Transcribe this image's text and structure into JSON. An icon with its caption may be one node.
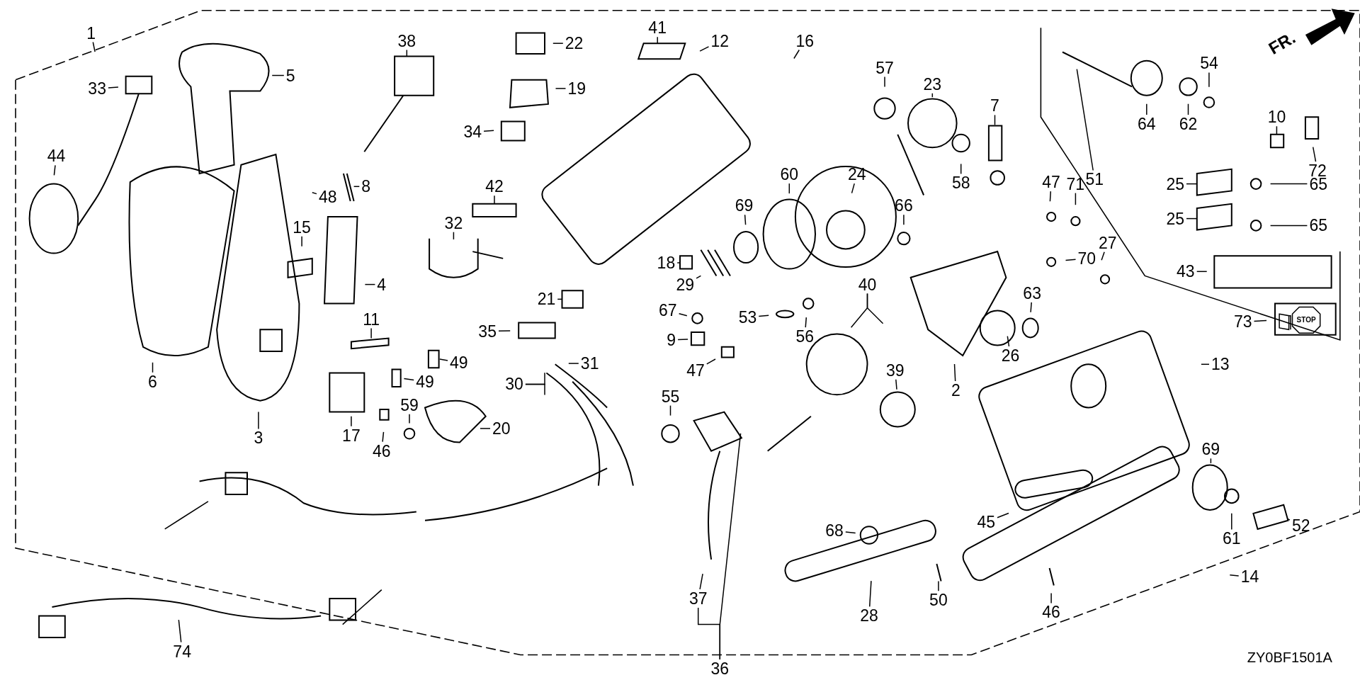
{
  "diagram": {
    "nodes": [
      {
        "text": [
          "1"
        ]
      },
      {
        "text": [
          "33"
        ]
      },
      {
        "text": [
          "5"
        ]
      },
      {
        "text": [
          "44"
        ]
      },
      {
        "text": [
          "6"
        ]
      },
      {
        "text": [
          "3"
        ]
      },
      {
        "text": [
          "38"
        ]
      },
      {
        "text": [
          "22"
        ]
      },
      {
        "text": [
          "41"
        ]
      },
      {
        "text": [
          "12"
        ]
      },
      {
        "text": [
          "16"
        ]
      },
      {
        "text": [
          "19"
        ]
      },
      {
        "text": [
          "34"
        ]
      },
      {
        "text": [
          "48"
        ]
      },
      {
        "text": [
          "8"
        ]
      },
      {
        "text": [
          "15"
        ]
      },
      {
        "text": [
          "42"
        ]
      },
      {
        "text": [
          "32"
        ]
      },
      {
        "text": [
          "4"
        ]
      },
      {
        "text": [
          "11"
        ]
      },
      {
        "text": [
          "49"
        ]
      },
      {
        "text": [
          "49"
        ]
      },
      {
        "text": [
          "17"
        ]
      },
      {
        "text": [
          "46"
        ]
      },
      {
        "text": [
          "59"
        ]
      },
      {
        "text": [
          "20"
        ]
      },
      {
        "text": [
          "31"
        ]
      },
      {
        "text": [
          "30"
        ]
      },
      {
        "text": [
          "35"
        ]
      },
      {
        "text": [
          "21"
        ]
      },
      {
        "text": [
          "18"
        ]
      },
      {
        "text": [
          "29"
        ]
      },
      {
        "text": [
          "9"
        ]
      },
      {
        "text": [
          "67"
        ]
      },
      {
        "text": [
          "47"
        ]
      },
      {
        "text": [
          "55"
        ]
      },
      {
        "text": [
          "36"
        ]
      },
      {
        "text": [
          "37"
        ]
      },
      {
        "text": [
          "57"
        ]
      },
      {
        "text": [
          "23"
        ]
      },
      {
        "text": [
          "7"
        ]
      },
      {
        "text": [
          "24"
        ]
      },
      {
        "text": [
          "60"
        ]
      },
      {
        "text": [
          "69"
        ]
      },
      {
        "text": [
          "58"
        ]
      },
      {
        "text": [
          "66"
        ]
      },
      {
        "text": [
          "53"
        ]
      },
      {
        "text": [
          "56"
        ]
      },
      {
        "text": [
          "40"
        ]
      },
      {
        "text": [
          "39"
        ]
      },
      {
        "text": [
          "2"
        ]
      },
      {
        "text": [
          "26"
        ]
      },
      {
        "text": [
          "63"
        ]
      },
      {
        "text": [
          "47"
        ]
      },
      {
        "text": [
          "71"
        ]
      },
      {
        "text": [
          "27"
        ]
      },
      {
        "text": [
          "70"
        ]
      },
      {
        "text": [
          "13"
        ]
      },
      {
        "text": [
          "68"
        ]
      },
      {
        "text": [
          "45"
        ]
      },
      {
        "text": [
          "69"
        ]
      },
      {
        "text": [
          "52"
        ]
      },
      {
        "text": [
          "61"
        ]
      },
      {
        "text": [
          "14"
        ]
      },
      {
        "text": [
          "28"
        ]
      },
      {
        "text": [
          "50"
        ]
      },
      {
        "text": [
          "46"
        ]
      },
      {
        "text": [
          "74"
        ]
      },
      {
        "text": [
          "51"
        ]
      },
      {
        "text": [
          "64"
        ]
      },
      {
        "text": [
          "62"
        ]
      },
      {
        "text": [
          "54"
        ]
      },
      {
        "text": [
          "10"
        ]
      },
      {
        "text": [
          "72"
        ]
      },
      {
        "text": [
          "25"
        ]
      },
      {
        "text": [
          "65"
        ]
      },
      {
        "text": [
          "25"
        ]
      },
      {
        "text": [
          "65"
        ]
      },
      {
        "text": [
          "43"
        ]
      },
      {
        "text": [
          "73"
        ]
      }
    ],
    "edges": [
      {
        "from": 0,
        "to": null,
        "arrow": "none"
      },
      {
        "from": 1,
        "to": null,
        "arrow": "none"
      },
      {
        "from": 2,
        "to": null,
        "arrow": "none"
      },
      {
        "from": 3,
        "to": null,
        "arrow": "none"
      },
      {
        "from": 4,
        "to": null,
        "arrow": "none"
      },
      {
        "from": 5,
        "to": null,
        "arrow": "none"
      },
      {
        "from": 6,
        "to": null,
        "arrow": "none"
      },
      {
        "from": 7,
        "to": null,
        "arrow": "none"
      },
      {
        "from": 8,
        "to": null,
        "arrow": "none"
      },
      {
        "from": 9,
        "to": null,
        "arrow": "none"
      },
      {
        "from": 10,
        "to": null,
        "arrow": "none"
      },
      {
        "from": 11,
        "to": null,
        "arrow": "none"
      },
      {
        "from": 12,
        "to": null,
        "arrow": "none"
      },
      {
        "from": 13,
        "to": null,
        "arrow": "none"
      },
      {
        "from": 14,
        "to": null,
        "arrow": "none"
      },
      {
        "from": 15,
        "to": null,
        "arrow": "none"
      },
      {
        "from": 16,
        "to": null,
        "arrow": "none"
      },
      {
        "from": 17,
        "to": null,
        "arrow": "none"
      },
      {
        "from": 18,
        "to": null,
        "arrow": "none"
      },
      {
        "from": 19,
        "to": null,
        "arrow": "none"
      },
      {
        "from": 20,
        "to": null,
        "arrow": "none"
      },
      {
        "from": 21,
        "to": null,
        "arrow": "none"
      },
      {
        "from": 22,
        "to": null,
        "arrow": "none"
      },
      {
        "from": 23,
        "to": null,
        "arrow": "none"
      },
      {
        "from": 24,
        "to": null,
        "arrow": "none"
      },
      {
        "from": 25,
        "to": null,
        "arrow": "none"
      },
      {
        "from": 26,
        "to": null,
        "arrow": "none"
      },
      {
        "from": 27,
        "to": null,
        "arrow": "none"
      },
      {
        "from": 27,
        "to": null,
        "arrow": "none"
      },
      {
        "from": 28,
        "to": null,
        "arrow": "none"
      },
      {
        "from": 29,
        "to": null,
        "arrow": "none"
      },
      {
        "from": 30,
        "to": null,
        "arrow": "none"
      },
      {
        "from": 31,
        "to": null,
        "arrow": "none"
      },
      {
        "from": 32,
        "to": null,
        "arrow": "none"
      },
      {
        "from": 33,
        "to": null,
        "arrow": "none"
      },
      {
        "from": 34,
        "to": null,
        "arrow": "none"
      },
      {
        "from": 35,
        "to": null,
        "arrow": "none"
      },
      {
        "from": 36,
        "to": null,
        "arrow": "none"
      },
      {
        "from": 36,
        "to": 37,
        "arrow": "none"
      },
      {
        "from": 37,
        "to": null,
        "arrow": "none"
      },
      {
        "from": 38,
        "to": null,
        "arrow": "none"
      },
      {
        "from": 39,
        "to": null,
        "arrow": "none"
      },
      {
        "from": 40,
        "to": null,
        "arrow": "none"
      },
      {
        "from": 41,
        "to": null,
        "arrow": "none"
      },
      {
        "from": 42,
        "to": null,
        "arrow": "none"
      },
      {
        "from": 43,
        "to": null,
        "arrow": "none"
      },
      {
        "from": 44,
        "to": null,
        "arrow": "none"
      },
      {
        "from": 45,
        "to": null,
        "arrow": "none"
      },
      {
        "from": 46,
        "to": null,
        "arrow": "none"
      },
      {
        "from": 47,
        "to": null,
        "arrow": "none"
      },
      {
        "from": 48,
        "to": null,
        "arrow": "none"
      },
      {
        "from": 48,
        "to": null,
        "arrow": "none"
      },
      {
        "from": 49,
        "to": null,
        "arrow": "none"
      },
      {
        "from": 50,
        "to": null,
        "arrow": "none"
      },
      {
        "from": 51,
        "to": null,
        "arrow": "none"
      },
      {
        "from": 52,
        "to": null,
        "arrow": "none"
      },
      {
        "from": 53,
        "to": null,
        "arrow": "none"
      },
      {
        "from": 54,
        "to": null,
        "arrow": "none"
      },
      {
        "from": 55,
        "to": null,
        "arrow": "none"
      },
      {
        "from": 56,
        "to": null,
        "arrow": "none"
      },
      {
        "from": 57,
        "to": null,
        "arrow": "none"
      },
      {
        "from": 58,
        "to": null,
        "arrow": "none"
      },
      {
        "from": 59,
        "to": null,
        "arrow": "none"
      },
      {
        "from": 60,
        "to": null,
        "arrow": "none"
      },
      {
        "from": 61,
        "to": null,
        "arrow": "none"
      },
      {
        "from": 62,
        "to": null,
        "arrow": "none"
      },
      {
        "from": 63,
        "to": null,
        "arrow": "none"
      },
      {
        "from": 64,
        "to": null,
        "arrow": "none"
      },
      {
        "from": 65,
        "to": null,
        "arrow": "none"
      },
      {
        "from": 66,
        "to": null,
        "arrow": "none"
      },
      {
        "from": 67,
        "to": null,
        "arrow": "none"
      },
      {
        "from": 68,
        "to": null,
        "arrow": "none"
      },
      {
        "from": 69,
        "to": null,
        "arrow": "none"
      },
      {
        "from": 70,
        "to": null,
        "arrow": "none"
      },
      {
        "from": 71,
        "to": null,
        "arrow": "none"
      },
      {
        "from": 72,
        "to": null,
        "arrow": "none"
      },
      {
        "from": 73,
        "to": null,
        "arrow": "none"
      },
      {
        "from": 74,
        "to": null,
        "arrow": "none"
      },
      {
        "from": 75,
        "to": null,
        "arrow": "none"
      },
      {
        "from": 76,
        "to": null,
        "arrow": "none"
      },
      {
        "from": 77,
        "to": null,
        "arrow": "none"
      },
      {
        "from": 78,
        "to": null,
        "arrow": "none"
      },
      {
        "from": 79,
        "to": null,
        "arrow": "none"
      }
    ],
    "labels": [
      "FR.",
      "STOP",
      "ZY0BF1501A"
    ]
  }
}
